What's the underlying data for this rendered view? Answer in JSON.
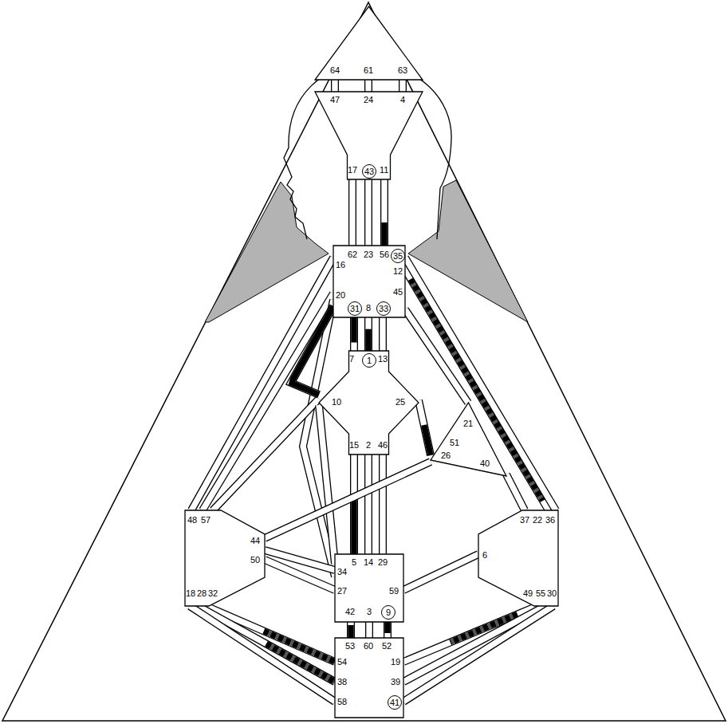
{
  "diagram": {
    "nodes": [
      {
        "text": [
          "64",
          "61",
          "63"
        ]
      },
      {
        "text": [
          "47",
          "24",
          "4",
          "17",
          "43",
          "11"
        ]
      },
      {
        "text": [
          "62",
          "23",
          "56",
          "16",
          "35",
          "12",
          "20",
          "45",
          "31",
          "8",
          "33"
        ]
      },
      {
        "text": [
          "7",
          "1",
          "13",
          "10",
          "25",
          "15",
          "2",
          "46"
        ]
      },
      {
        "text": [
          "21",
          "51",
          "26",
          "40"
        ]
      },
      {
        "text": [
          "48",
          "57",
          "44",
          "50",
          "18",
          "28",
          "32"
        ]
      },
      {
        "text": [
          "37",
          "22",
          "36",
          "6",
          "49",
          "55",
          "30"
        ]
      },
      {
        "text": [
          "5",
          "14",
          "29",
          "34",
          "27",
          "59",
          "42",
          "3",
          "9"
        ]
      },
      {
        "text": [
          "53",
          "60",
          "52",
          "54",
          "19",
          "38",
          "39",
          "58",
          "41"
        ]
      }
    ],
    "edges": [
      {
        "from": 0,
        "to": 1,
        "arrow": "none"
      },
      {
        "from": 0,
        "to": 1,
        "arrow": "none"
      },
      {
        "from": 0,
        "to": 1,
        "arrow": "none"
      },
      {
        "from": 1,
        "to": 2,
        "arrow": "none"
      },
      {
        "from": 1,
        "to": 2,
        "arrow": "none"
      },
      {
        "from": 1,
        "to": 2,
        "arrow": "none"
      },
      {
        "from": 2,
        "to": 3,
        "arrow": "none"
      },
      {
        "from": 2,
        "to": 3,
        "arrow": "none"
      },
      {
        "from": 2,
        "to": 3,
        "arrow": "none"
      },
      {
        "from": 2,
        "to": 4,
        "arrow": "none"
      },
      {
        "from": 2,
        "to": 5,
        "arrow": "none"
      },
      {
        "from": 2,
        "to": 5,
        "arrow": "none"
      },
      {
        "from": 2,
        "to": 7,
        "arrow": "none"
      },
      {
        "from": 2,
        "to": 6,
        "arrow": "none"
      },
      {
        "from": 2,
        "to": 6,
        "arrow": "none"
      },
      {
        "from": 3,
        "to": 7,
        "arrow": "none"
      },
      {
        "from": 3,
        "to": 7,
        "arrow": "none"
      },
      {
        "from": 3,
        "to": 7,
        "arrow": "none"
      },
      {
        "from": 3,
        "to": 4,
        "arrow": "none"
      },
      {
        "from": 3,
        "to": 5,
        "arrow": "none"
      },
      {
        "from": 3,
        "to": 7,
        "arrow": "none"
      },
      {
        "from": 4,
        "to": 5,
        "arrow": "none"
      },
      {
        "from": 4,
        "to": 6,
        "arrow": "none"
      },
      {
        "from": 5,
        "to": 7,
        "arrow": "none"
      },
      {
        "from": 5,
        "to": 7,
        "arrow": "none"
      },
      {
        "from": 7,
        "to": 6,
        "arrow": "none"
      },
      {
        "from": 7,
        "to": 8,
        "arrow": "none"
      },
      {
        "from": 7,
        "to": 8,
        "arrow": "none"
      },
      {
        "from": 7,
        "to": 8,
        "arrow": "none"
      },
      {
        "from": 5,
        "to": 8,
        "arrow": "none"
      },
      {
        "from": 5,
        "to": 8,
        "arrow": "none"
      },
      {
        "from": 5,
        "to": 8,
        "arrow": "none"
      },
      {
        "from": 6,
        "to": 8,
        "arrow": "none"
      },
      {
        "from": 6,
        "to": 8,
        "arrow": "none"
      },
      {
        "from": 6,
        "to": 8,
        "arrow": "none"
      },
      {
        "from": 3,
        "to": 2,
        "arrow": "none"
      }
    ]
  }
}
